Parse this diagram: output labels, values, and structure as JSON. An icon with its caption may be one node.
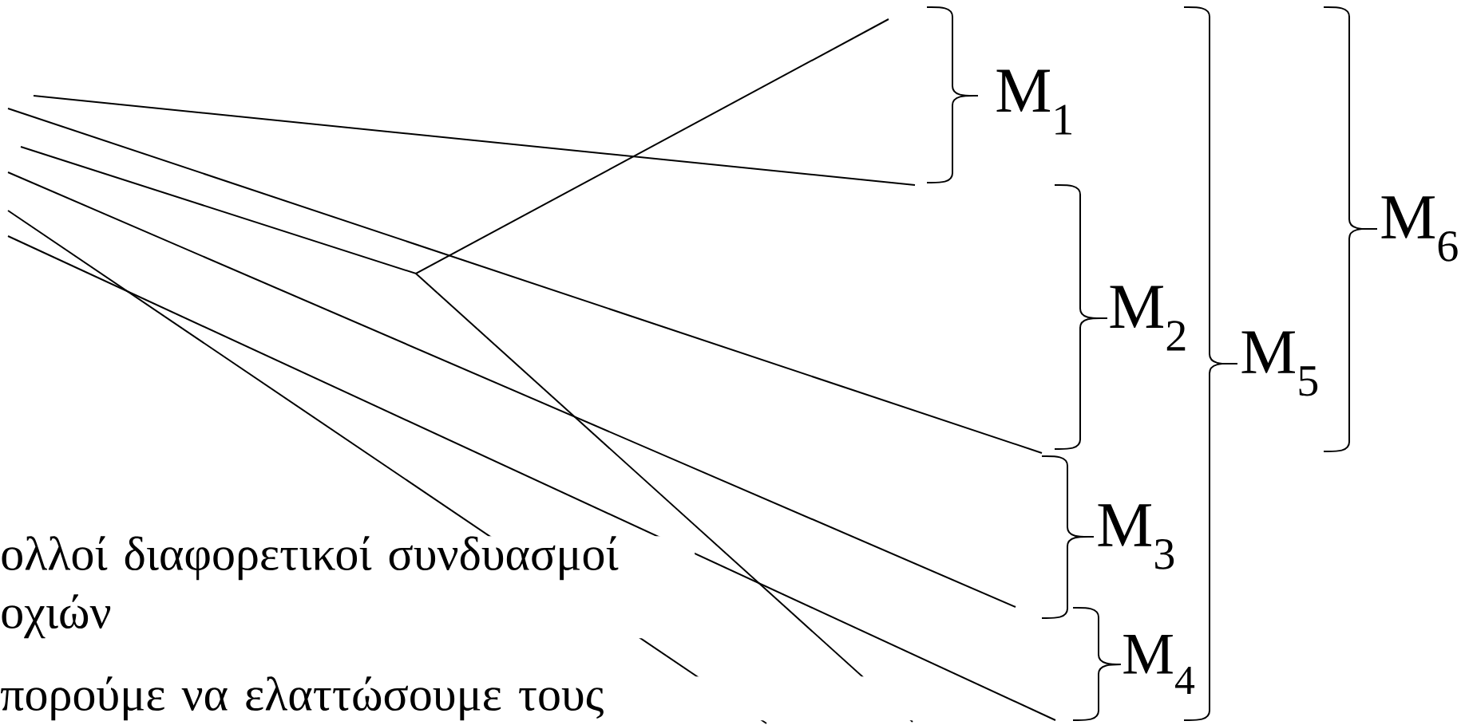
{
  "diagram": {
    "labels": [
      "M$_{1}$",
      "M$_{6}$",
      "M$_{2}$",
      "M$_{5}$",
      "M$_{3}$",
      "M$_{4}$",
      "ολλοί διαφορετικοί συνδυασμοί οχιών",
      "πορούμε να ελαττώσουμε τους"
    ]
  }
}
